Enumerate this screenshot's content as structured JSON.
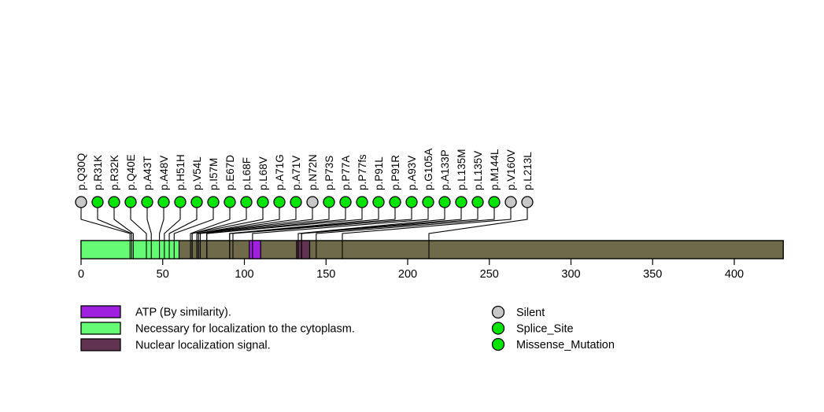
{
  "chart_data": {
    "type": "lollipop",
    "title": "",
    "xlabel": "",
    "ylabel": "",
    "axis": {
      "tick_values": [
        0,
        50,
        100,
        150,
        200,
        250,
        300,
        350,
        400
      ],
      "min": 0,
      "max": 430
    },
    "protein_length": 430,
    "track_color": "#6F6B4A",
    "mutation_colors": {
      "silent": "#C8C8C8",
      "splice": "#00E400",
      "missense": "#00E400"
    },
    "mutations": [
      {
        "label": "p.Q30Q",
        "position": 30,
        "type": "silent"
      },
      {
        "label": "p.R31K",
        "position": 31,
        "type": "missense"
      },
      {
        "label": "p.R32K",
        "position": 32,
        "type": "missense"
      },
      {
        "label": "p.Q40E",
        "position": 40,
        "type": "missense"
      },
      {
        "label": "p.A43T",
        "position": 43,
        "type": "missense"
      },
      {
        "label": "p.A48V",
        "position": 48,
        "type": "missense"
      },
      {
        "label": "p.H51H",
        "position": 51,
        "type": "splice"
      },
      {
        "label": "p.V54L",
        "position": 54,
        "type": "missense"
      },
      {
        "label": "p.I57M",
        "position": 57,
        "type": "missense"
      },
      {
        "label": "p.E67D",
        "position": 67,
        "type": "missense"
      },
      {
        "label": "p.L68F",
        "position": 68,
        "type": "missense"
      },
      {
        "label": "p.L68V",
        "position": 68,
        "type": "missense"
      },
      {
        "label": "p.A71G",
        "position": 71,
        "type": "missense"
      },
      {
        "label": "p.A71V",
        "position": 71,
        "type": "missense"
      },
      {
        "label": "p.N72N",
        "position": 72,
        "type": "silent"
      },
      {
        "label": "p.P73S",
        "position": 73,
        "type": "missense"
      },
      {
        "label": "p.P77A",
        "position": 77,
        "type": "missense"
      },
      {
        "label": "p.P77fs",
        "position": 77,
        "type": "missense"
      },
      {
        "label": "p.P91L",
        "position": 91,
        "type": "missense"
      },
      {
        "label": "p.P91R",
        "position": 91,
        "type": "missense"
      },
      {
        "label": "p.A93V",
        "position": 93,
        "type": "missense"
      },
      {
        "label": "p.G105A",
        "position": 105,
        "type": "missense"
      },
      {
        "label": "p.A133P",
        "position": 133,
        "type": "missense"
      },
      {
        "label": "p.L135M",
        "position": 135,
        "type": "missense"
      },
      {
        "label": "p.L135V",
        "position": 135,
        "type": "missense"
      },
      {
        "label": "p.M144L",
        "position": 144,
        "type": "missense"
      },
      {
        "label": "p.V160V",
        "position": 160,
        "type": "silent"
      },
      {
        "label": "p.L213L",
        "position": 213,
        "type": "silent"
      }
    ],
    "domains": [
      {
        "label": "ATP (By similarity).",
        "start": 103,
        "end": 110,
        "color": "#A020E0"
      },
      {
        "label": "Necessary for localization to the cytoplasm.",
        "start": 0,
        "end": 60,
        "color": "#66FB74"
      },
      {
        "label": "Nuclear localization signal.",
        "start": 132,
        "end": 140,
        "color": "#613350"
      }
    ],
    "legend_mutation_types": [
      {
        "label": "Silent",
        "color": "#C8C8C8"
      },
      {
        "label": "Splice_Site",
        "color": "#00E400"
      },
      {
        "label": "Missense_Mutation",
        "color": "#00E400"
      }
    ],
    "legend_position": "bottom",
    "grid": false
  }
}
